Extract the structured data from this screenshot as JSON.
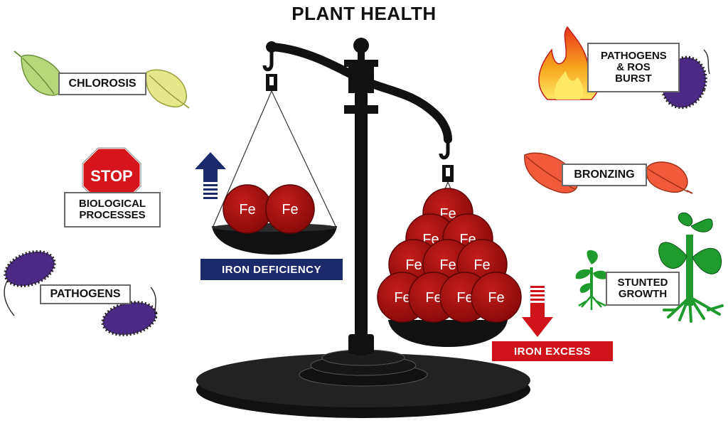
{
  "title": "PLANT HEALTH",
  "deficiency": {
    "label": "IRON DEFICIENCY",
    "color": "#1b2a6b",
    "symptoms": [
      "CHLOROSIS",
      "BIOLOGICAL PROCESSES",
      "PATHOGENS"
    ],
    "stop_sign": "STOP"
  },
  "excess": {
    "label": "IRON EXCESS",
    "color": "#d0121b",
    "symptoms": [
      "PATHOGENS & ROS BURST",
      "BRONZING",
      "STUNTED GROWTH"
    ]
  },
  "iron_ball_label": "Fe",
  "balls": {
    "deficiency_pan_count": 2,
    "excess_pan_count": 10
  },
  "colors": {
    "iron_ball": "#a50f0f",
    "scale": "#111111",
    "up_arrow": "#1b2a6b",
    "down_arrow": "#d0121b",
    "leaf_pale_green": "#b6d77a",
    "leaf_yellow": "#e4e88b",
    "leaf_bronze": "#f15a3a",
    "plant_green": "#1f9b2e",
    "pathogen_purple": "#4b2a86",
    "flame_red": "#e8321b",
    "flame_orange": "#f7a41d",
    "flame_yellow": "#ffe866",
    "stop_red": "#d5151b"
  }
}
